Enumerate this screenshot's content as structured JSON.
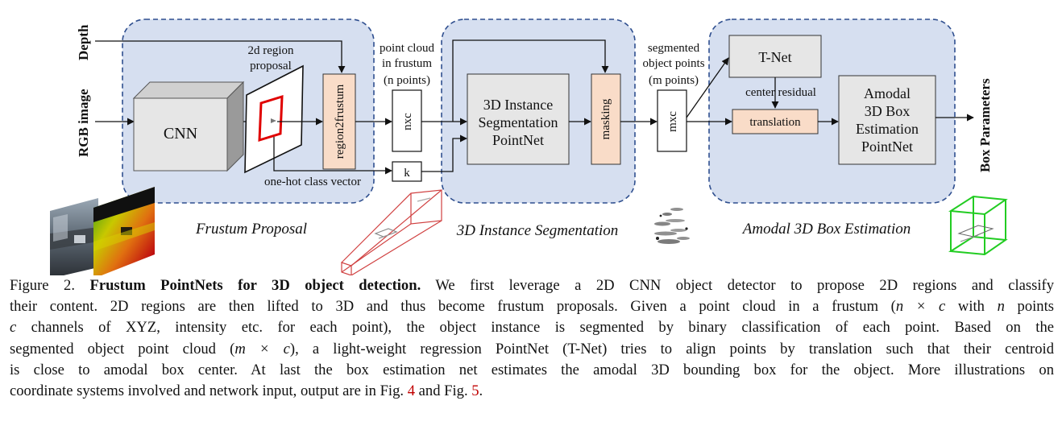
{
  "inputs": {
    "depth": "Depth",
    "rgb": "RGB image"
  },
  "output": "Box Parameters",
  "stages": {
    "frustum_proposal": "Frustum Proposal",
    "instance_seg": "3D Instance Segmentation",
    "amodal_box": "Amodal 3D Box Estimation"
  },
  "blocks": {
    "cnn": "CNN",
    "region2frustum": "region2frustum",
    "seg_net_l1": "3D Instance",
    "seg_net_l2": "Segmentation",
    "seg_net_l3": "PointNet",
    "masking": "masking",
    "tnet": "T-Net",
    "translation": "translation",
    "box_net_l1": "Amodal",
    "box_net_l2": "3D Box",
    "box_net_l3": "Estimation",
    "box_net_l4": "PointNet"
  },
  "tensors": {
    "nxc": "nxc",
    "mxc": "mxc",
    "k": "k"
  },
  "labels": {
    "region_proposal_l1": "2d region",
    "region_proposal_l2": "proposal",
    "one_hot": "one-hot class vector",
    "pc_frustum_l1": "point cloud",
    "pc_frustum_l2": "in frustum",
    "pc_frustum_l3": "(n points)",
    "seg_obj_l1": "segmented",
    "seg_obj_l2": "object points",
    "seg_obj_l3": "(m points)",
    "center_residual": "center residual"
  },
  "caption": {
    "line1_a": "Figure 2. ",
    "line1_title": "Frustum PointNets for 3D object detection.",
    "line1_b": " We first leverage a 2D CNN object detector to propose 2D regions and classify",
    "line2": "their content. 2D regions are then lifted to 3D and thus become frustum proposals. Given a point cloud in a frustum (",
    "line2_math": "n × c",
    "line2_b": " with ",
    "line2_n": "n",
    "line2_c": " points",
    "line3_c": "c",
    "line3": " channels of XYZ, intensity etc. for each point), the object instance is segmented by binary classification of each point. Based on the",
    "line4_a": "segmented object point cloud (",
    "line4_math": "m × c",
    "line4_b": "), a light-weight regression PointNet (T-Net) tries to align points by translation such that their centroid",
    "line5": "is close to amodal box center. At last the box estimation net estimates the amodal 3D bounding box for the object. More illustrations on",
    "line6_a": "coordinate systems involved and network input, output are in Fig. ",
    "line6_ref1": "4",
    "line6_b": " and Fig. ",
    "line6_ref2": "5",
    "line6_c": "."
  },
  "colors": {
    "stage_fill": "#d6dff0",
    "stage_border": "#2f4f8f",
    "block_fill": "#e6e6e6",
    "highlight_fill": "#f9dcc8",
    "region_box": "#e00000",
    "frustum_line": "#d04040",
    "box_green": "#22cc22",
    "link_red": "#c00000"
  }
}
